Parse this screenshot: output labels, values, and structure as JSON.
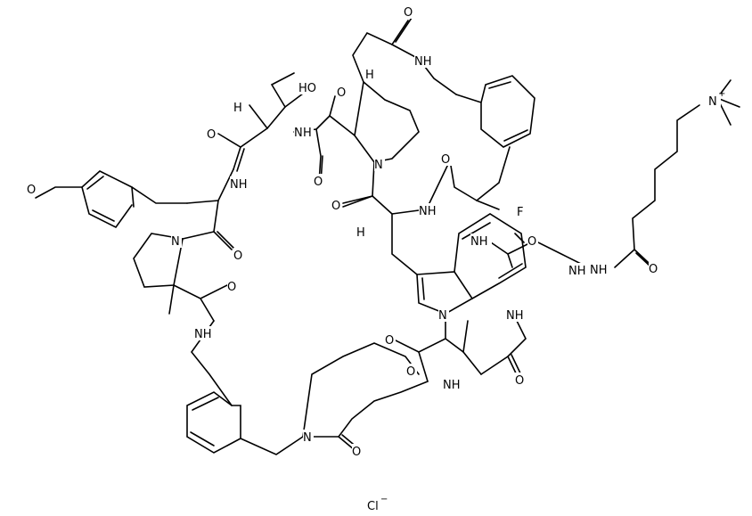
{
  "molecule": {
    "labels": [
      {
        "id": "o_ether_top",
        "text": "O"
      },
      {
        "id": "nh_top",
        "text": "NH"
      },
      {
        "id": "hoh",
        "text": "HO"
      },
      {
        "id": "o_pro",
        "text": "O"
      },
      {
        "id": "h_alpha_thr",
        "text": "H"
      },
      {
        "id": "h_alpha_hyp",
        "text": "H"
      },
      {
        "id": "o_thr",
        "text": "O"
      },
      {
        "id": "nh_thr",
        "text": "N"
      },
      {
        "id": "nh_thr_h",
        "text": "H"
      },
      {
        "id": "n_hyp",
        "text": "N"
      },
      {
        "id": "o_hyp",
        "text": "O"
      },
      {
        "id": "o_methoxy",
        "text": "O"
      },
      {
        "id": "nh_tyr",
        "text": "NH"
      },
      {
        "id": "o_tyr",
        "text": "O"
      },
      {
        "id": "n_pro2",
        "text": "N"
      },
      {
        "id": "o_pro2",
        "text": "O"
      },
      {
        "id": "nh_pro2",
        "text": "NH"
      },
      {
        "id": "h_alpha_trp",
        "text": "H"
      },
      {
        "id": "o_c1",
        "text": "O"
      },
      {
        "id": "nh_c1",
        "text": "NH"
      },
      {
        "id": "o_c2",
        "text": "O"
      },
      {
        "id": "nh_c2",
        "text": "NH"
      },
      {
        "id": "f",
        "text": "F"
      },
      {
        "id": "o_c3",
        "text": "O"
      },
      {
        "id": "nh_c3",
        "text": "NH"
      },
      {
        "id": "o_c4",
        "text": "O"
      },
      {
        "id": "n_indole",
        "text": "N"
      },
      {
        "id": "nh_c4",
        "text": "NH"
      },
      {
        "id": "o_c5",
        "text": "O"
      },
      {
        "id": "o_c6",
        "text": "O"
      },
      {
        "id": "nh_c6",
        "text": "NH"
      },
      {
        "id": "n_lact",
        "text": "N"
      },
      {
        "id": "o_lact",
        "text": "O"
      },
      {
        "id": "nh_right",
        "text": "NH"
      },
      {
        "id": "o_right",
        "text": "O"
      },
      {
        "id": "n_plus",
        "text": "N"
      },
      {
        "id": "plus",
        "text": "+"
      },
      {
        "id": "cl",
        "text": "Cl"
      },
      {
        "id": "cl_minus",
        "text": "−"
      }
    ]
  }
}
